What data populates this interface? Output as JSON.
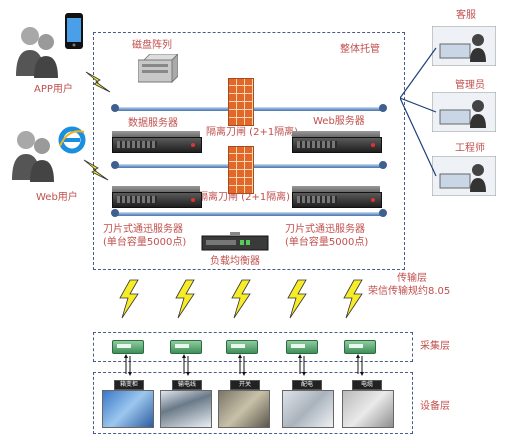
{
  "top_labels": {
    "disk_array": "磁盘阵列",
    "hosting": "整体托管",
    "customer_service": "客服",
    "admin": "管理员",
    "engineer": "工程师",
    "app_user": "APP用户",
    "web_user": "Web用户"
  },
  "servers": {
    "data_server": "数据服务器",
    "web_server": "Web服务器",
    "gateway1": "隔离刀闸 (2+1隔离)",
    "gateway2": "隔离刀闸 (2+1隔离)",
    "blade_left_1": "刀片式通迅服务器",
    "blade_left_2": "(单台容量5000点)",
    "blade_right_1": "刀片式通迅服务器",
    "blade_right_2": "(单台容量5000点)",
    "load_balancer": "负载均衡器"
  },
  "layers": {
    "transport": "传输层",
    "protocol": "荣信传输规约8.05",
    "acquisition": "采集层",
    "device": "设备层"
  },
  "devices": [
    "箱变柜",
    "输电线",
    "开关",
    "配电",
    "电缆"
  ],
  "colors": {
    "label_red": "#c0504d",
    "box_border": "#4a5a8a",
    "bus_blue": "#6f96c9"
  }
}
